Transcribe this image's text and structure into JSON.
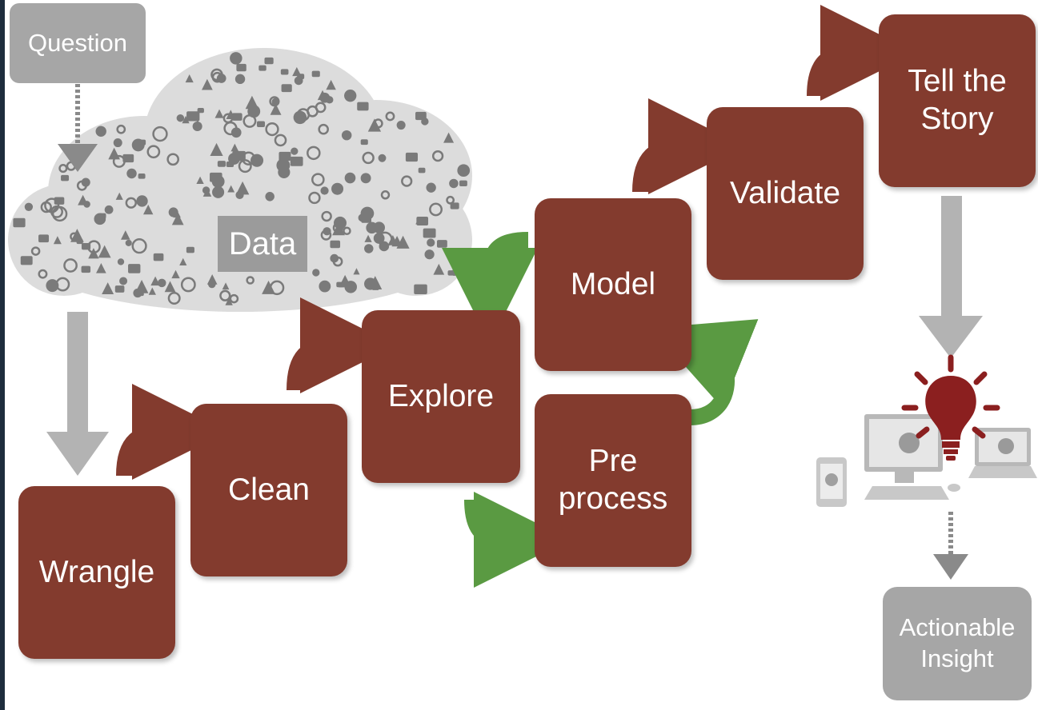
{
  "steps": {
    "question": "Question",
    "data": "Data",
    "wrangle": "Wrangle",
    "clean": "Clean",
    "explore": "Explore",
    "preprocess": "Pre\nprocess",
    "model": "Model",
    "validate": "Validate",
    "tell_story": "Tell the\nStory",
    "insight": "Actionable\nInsight"
  },
  "colors": {
    "step_box": "#833b2e",
    "gray_box": "#a6a6a6",
    "curve_arrow": "#833b2e",
    "loop_arrow": "#5a9a42",
    "flow_arrow": "#b3b3b3",
    "icons": "#777777"
  },
  "icons": [
    "cloud-of-media-icons",
    "lightbulb-icon",
    "desktop-computer-icon",
    "laptop-icon",
    "phone-icon",
    "gear-icon"
  ]
}
